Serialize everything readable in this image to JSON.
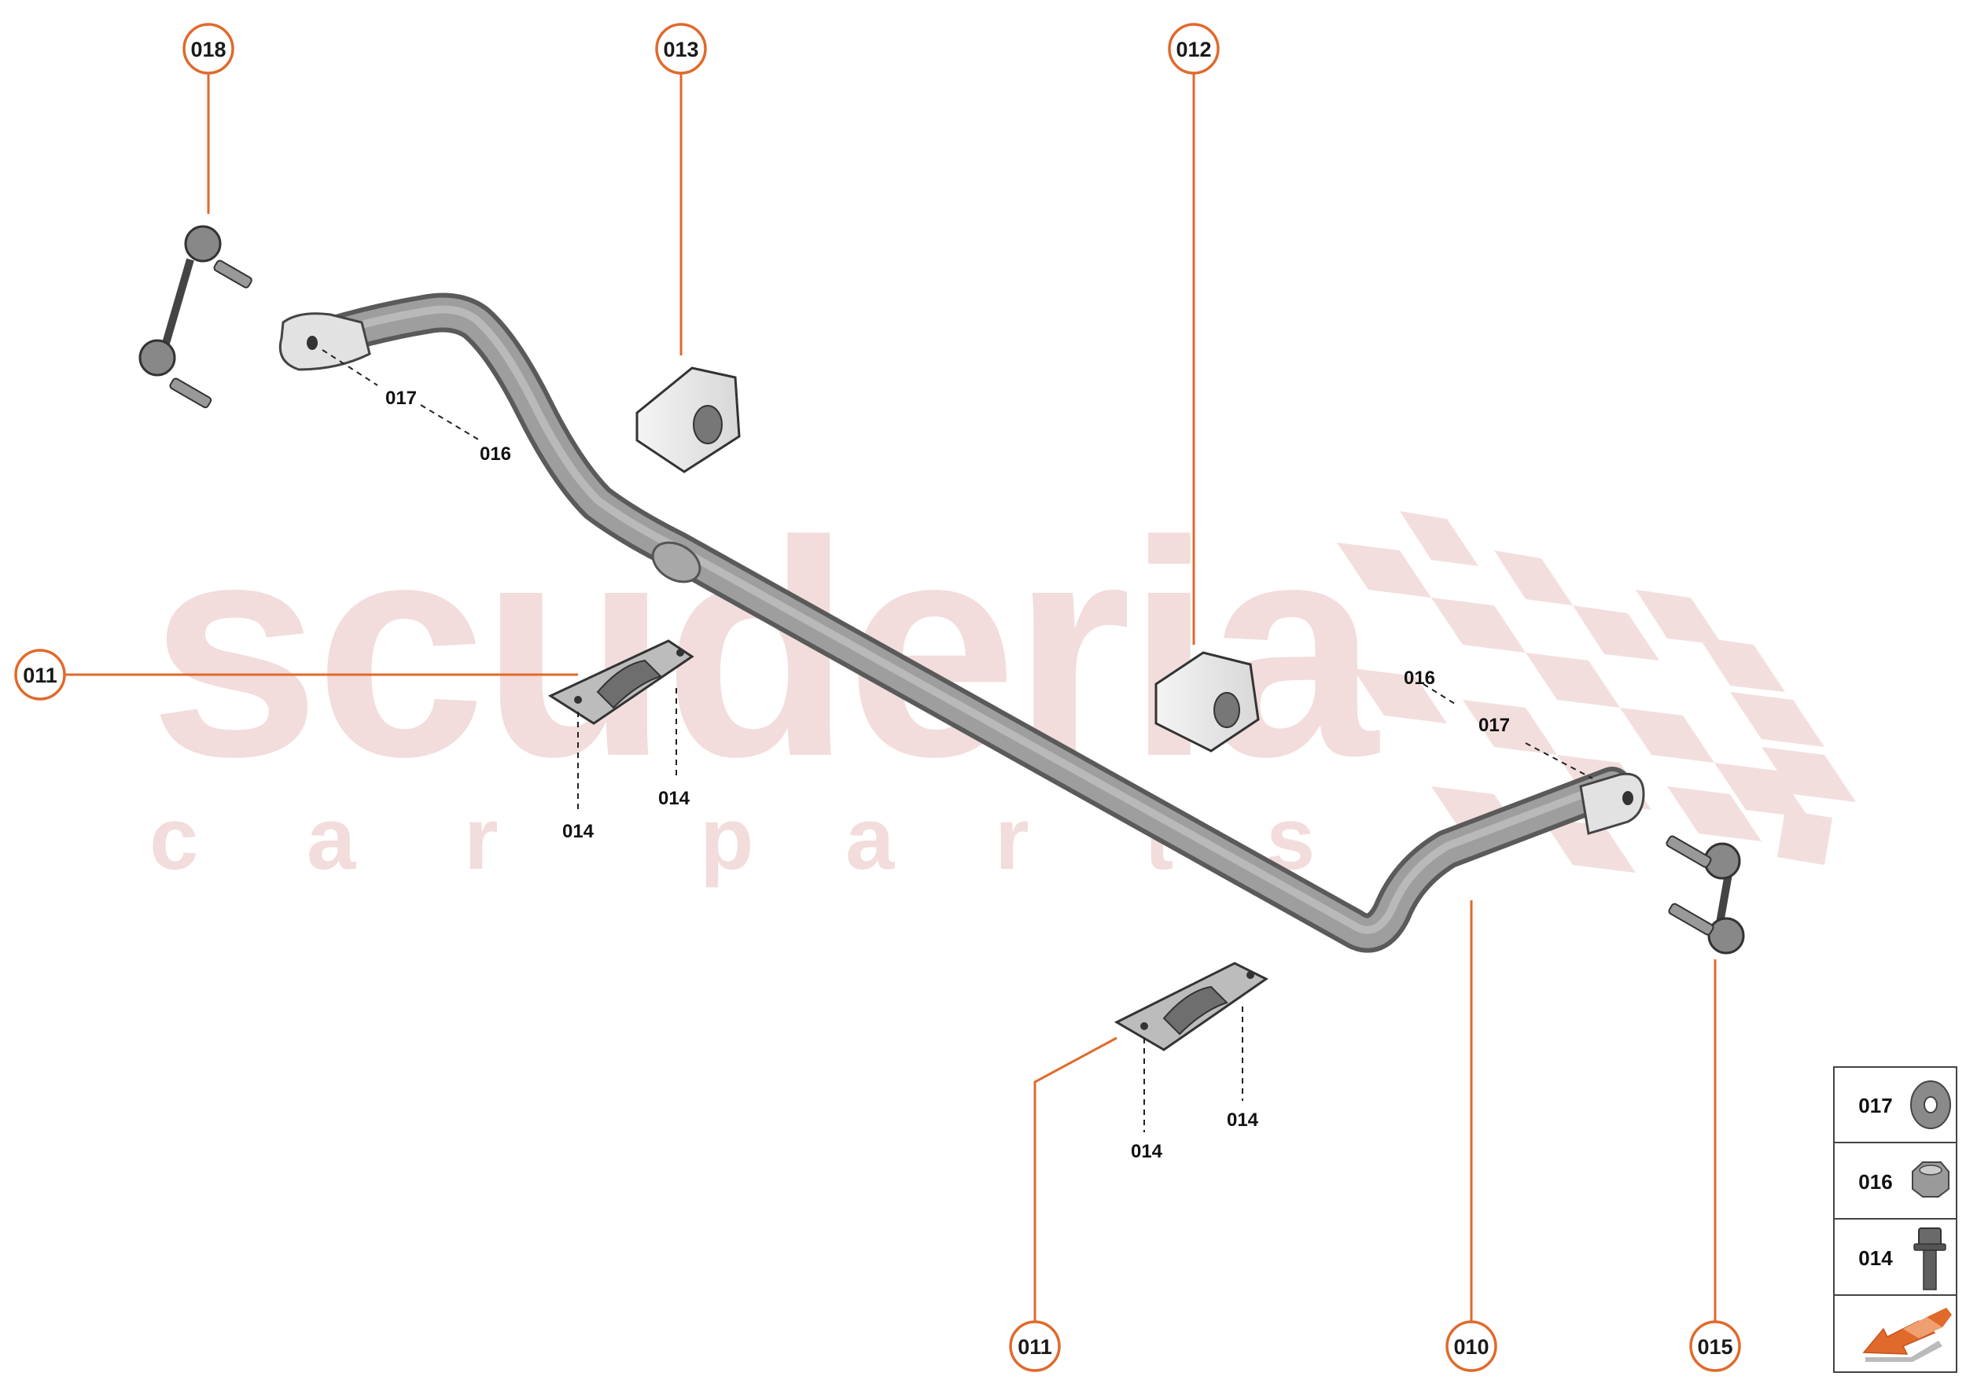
{
  "watermark": {
    "brand": "scuderia",
    "tagline": "c a r   p a r t s"
  },
  "colors": {
    "callout": "#e06a2c",
    "part_fill": "#8d8d8d",
    "part_dark": "#555555",
    "watermark": "#f2dcdc",
    "checker": "#f3dede"
  },
  "callouts": {
    "c018": "018",
    "c013": "013",
    "c012": "012",
    "c011_left": "011",
    "c011_bottom": "011",
    "c010": "010",
    "c015": "015"
  },
  "refs": {
    "r017_left": "017",
    "r016_left": "016",
    "r016_right": "016",
    "r017_right": "017",
    "r014_a": "014",
    "r014_b": "014",
    "r014_c": "014",
    "r014_d": "014"
  },
  "legend": {
    "items": [
      {
        "code": "017",
        "icon": "washer-icon"
      },
      {
        "code": "016",
        "icon": "hex-nut-icon"
      },
      {
        "code": "014",
        "icon": "bolt-icon"
      }
    ],
    "direction_icon": "direction-arrow-icon"
  }
}
